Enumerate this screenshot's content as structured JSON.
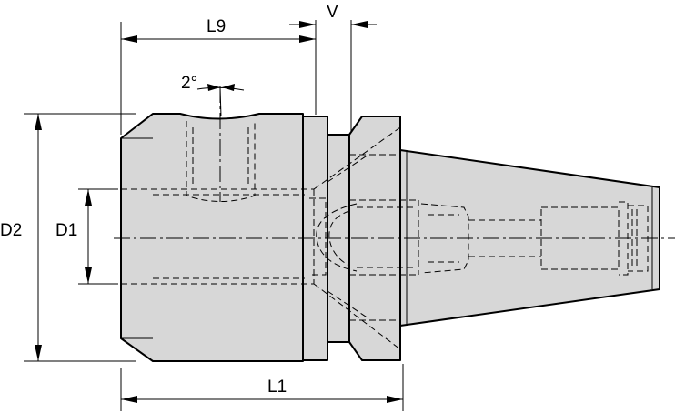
{
  "drawing": {
    "dimensions": {
      "l9": "L9",
      "v": "V",
      "angle": "2°",
      "d2": "D2",
      "d1": "D1",
      "l1": "L1"
    }
  }
}
